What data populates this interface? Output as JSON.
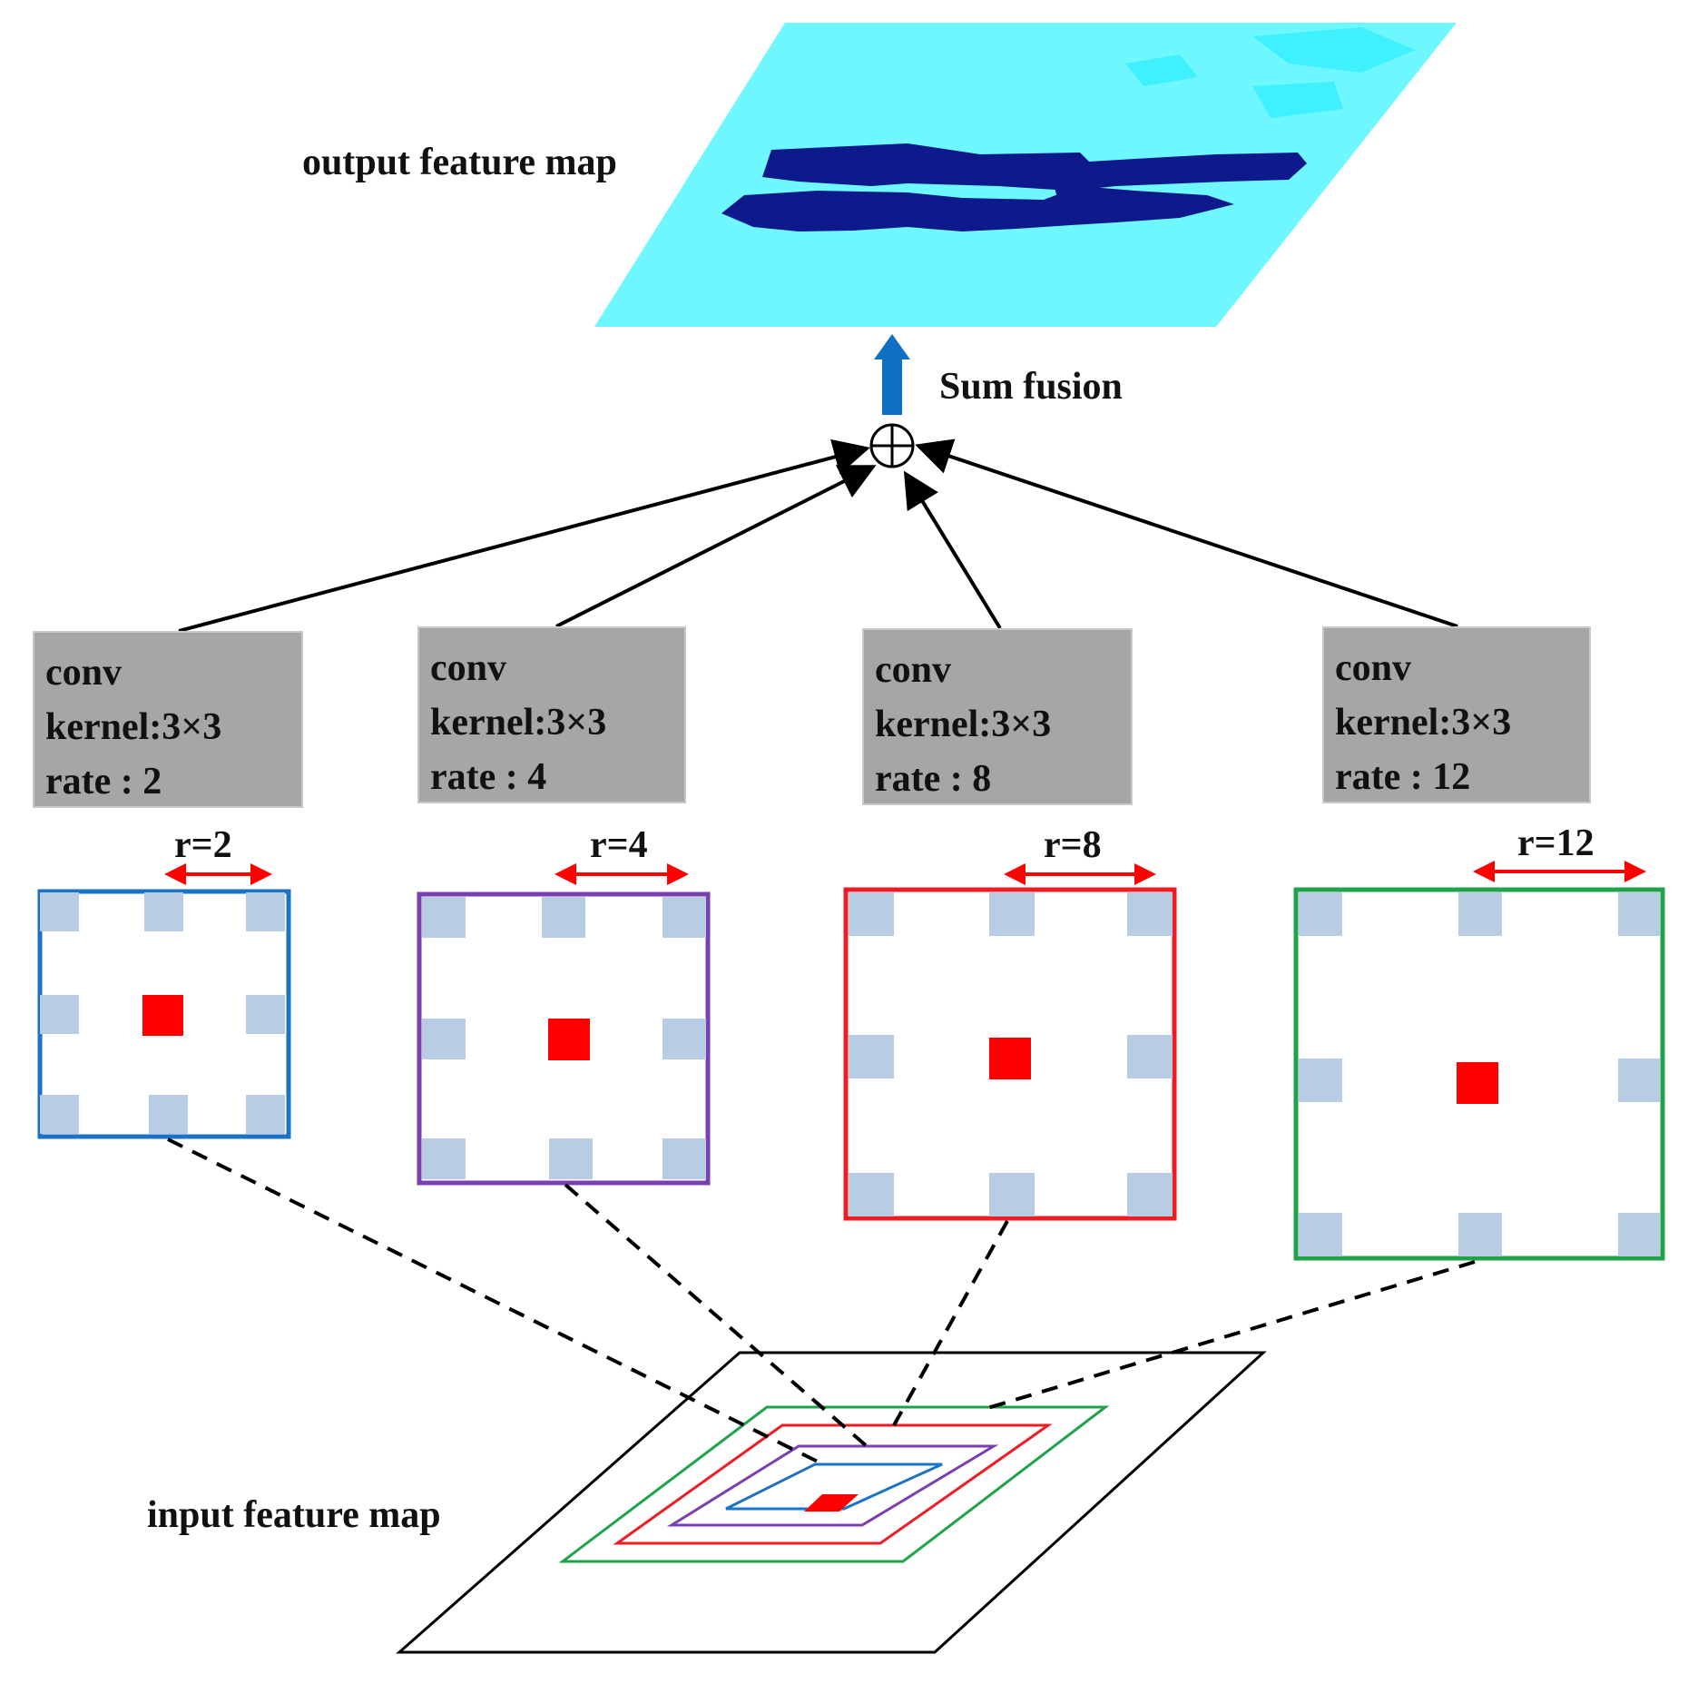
{
  "labels": {
    "output": "output feature map",
    "input": "input feature map",
    "fusion": "Sum fusion",
    "sum_symbol": "⊕"
  },
  "branches": [
    {
      "line1": "conv",
      "line2": "kernel:3×3",
      "line3": "rate  : 2",
      "r_label": "r=2",
      "color": "#1a73c6"
    },
    {
      "line1": "conv",
      "line2": "kernel:3×3",
      "line3": "rate  : 4",
      "r_label": "r=4",
      "color": "#7a3fb0"
    },
    {
      "line1": "conv",
      "line2": "kernel:3×3",
      "line3": "rate  : 8",
      "r_label": "r=8",
      "color": "#ee1c24"
    },
    {
      "line1": "conv",
      "line2": "kernel:3×3",
      "line3": "rate  : 12",
      "r_label": "r=12",
      "color": "#1fa34a"
    }
  ],
  "colors": {
    "output_bg": "#6ff7ff",
    "output_light": "#3ff0ff",
    "output_dark": "#0e1a8c",
    "fusion_arrow": "#1170c4",
    "center_cell": "#ff0000",
    "kernel_cell": "#b8cce4",
    "arrow_color": "#ff0000"
  }
}
